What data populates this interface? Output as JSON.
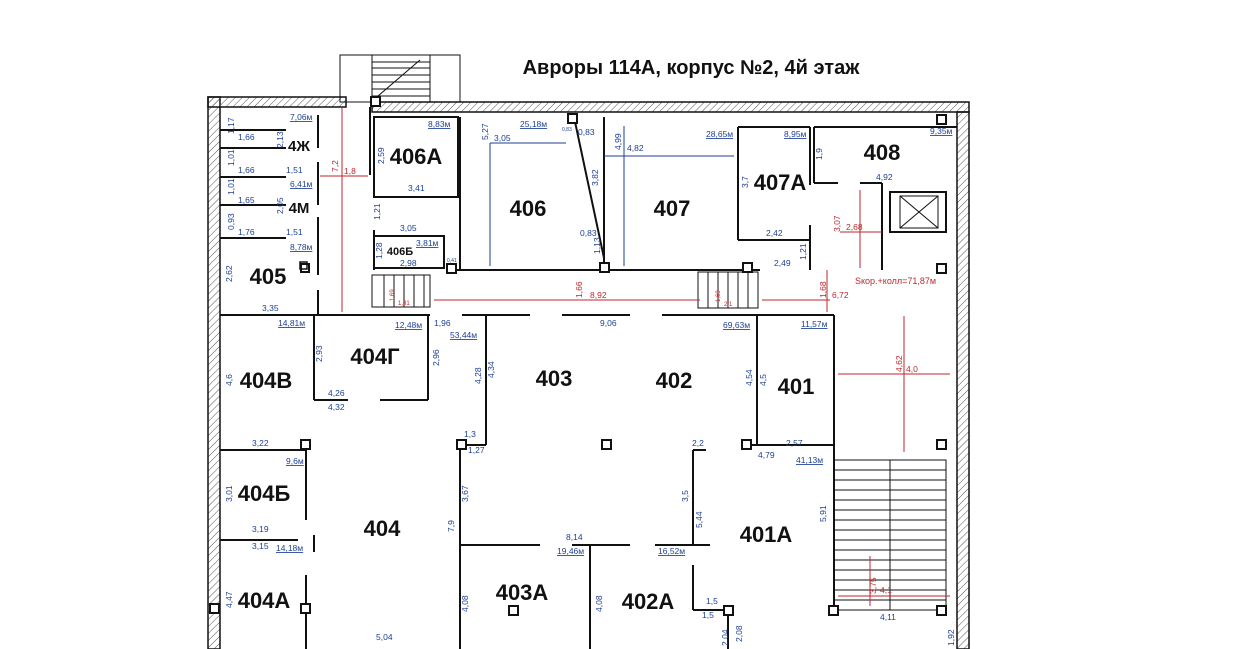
{
  "title": "Авроры 114А, корпус №2, 4й этаж",
  "rooms": {
    "r406a": "406А",
    "r406": "406",
    "r407": "407",
    "r407a": "407А",
    "r408": "408",
    "r4zh": "4Ж",
    "r4m": "4М",
    "r405": "405",
    "r406b": "406Б",
    "r404g": "404Г",
    "r404v": "404В",
    "r403": "403",
    "r402": "402",
    "r401": "401",
    "r404b": "404Б",
    "r404": "404",
    "r401a": "401А",
    "r404a": "404А",
    "r403a": "403А",
    "r402a": "402А"
  },
  "areas": {
    "a1": "7,06м",
    "a2": "8,83м",
    "a3": "25,18м",
    "a4": "28,65м",
    "a5": "8,95м",
    "a6": "9,35м",
    "a7": "6,41м",
    "a8": "8,78м",
    "a9": "3,81м",
    "a10": "14,81м",
    "a11": "12,48м",
    "a12": "53,44м",
    "a13": "69,63м",
    "a14": "11,57м",
    "a15": "41,13м",
    "a16": "9,6м",
    "a17": "14,18м",
    "a18": "19,46м",
    "a19": "16,52м"
  },
  "dims": {
    "d1": "1,17",
    "d2": "1,66",
    "d3": "2,13",
    "d4": "1,01",
    "d5": "1,66",
    "d6": "1,51",
    "d7": "1,01",
    "d8": "1,65",
    "d9": "2,05",
    "d10": "0,93",
    "d11": "1,76",
    "d12": "1,51",
    "d13": "2,62",
    "d14": "3,35",
    "d15": "2,59",
    "d16": "3,41",
    "d17": "1,21",
    "d18": "1,28",
    "d19": "2,98",
    "d20": "3,05",
    "d21": "5,27",
    "d22": "3,05",
    "d23": "0,83",
    "d24": "3,82",
    "d25": "0,83",
    "d26": "1,13",
    "d27": "4,99",
    "d28": "4,82",
    "d29": "3,7",
    "d30": "2,42",
    "d31": "1,9",
    "d32": "4,92",
    "d33": "1,21",
    "d34": "2,49",
    "d35": "1,96",
    "d36": "9,06",
    "d37": "2,93",
    "d38": "2,96",
    "d39": "4,26",
    "d40": "4,32",
    "d41": "4,6",
    "d42": "4,28",
    "d43": "4,34",
    "d44": "4,54",
    "d45": "4,5",
    "d46": "3,22",
    "d47": "1,3",
    "d48": "1,27",
    "d49": "2,2",
    "d50": "2,57",
    "d51": "4,79",
    "d52": "3,01",
    "d53": "3,67",
    "d54": "3,5",
    "d55": "5,44",
    "d56": "5,91",
    "d57": "3,19",
    "d58": "3,15",
    "d59": "7,9",
    "d60": "8,14",
    "d61": "4,47",
    "d62": "4,08",
    "d63": "4,08",
    "d64": "1,5",
    "d65": "1,5",
    "d66": "5,04",
    "d67": "2,04",
    "d68": "2,08",
    "d69": "4,11",
    "d70": "1,92",
    "d71": "0,41",
    "d72": "0,83"
  },
  "red_dims": {
    "r1": "7,2",
    "r2": "1,8",
    "r3": "1,66",
    "r4": "8,92",
    "r5": "3,07",
    "r6": "2,68",
    "r7": "1,68",
    "r8": "6,72",
    "r9": "4,62",
    "r10": "4,0",
    "r11": "3,75",
    "r12": "4,1",
    "r13": "1,69",
    "r14": "1,31",
    "r15": "1,69",
    "r16": "2,1"
  },
  "corridor_area": "Sкор.+колл=71,87м",
  "colors": {
    "wall": "#111111",
    "dimension": "#1c3f94",
    "red_dimension": "#c0272d",
    "hatch": "#555555"
  }
}
